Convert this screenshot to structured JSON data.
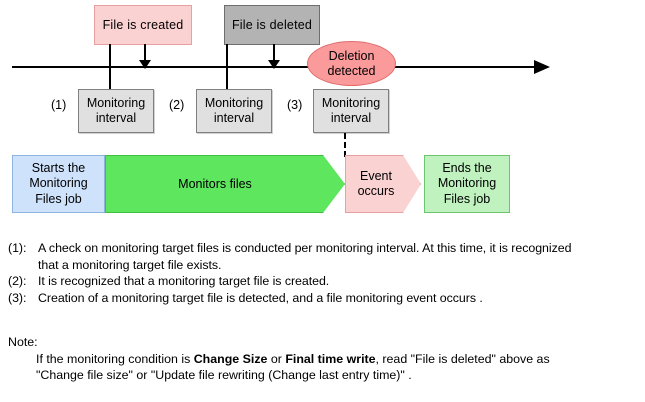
{
  "diagram": {
    "timeline": {
      "arrow_direction": "right",
      "events": [
        {
          "id": "file-created",
          "label": "File is created",
          "color": "#fbd2d2"
        },
        {
          "id": "file-deleted",
          "label": "File is  deleted",
          "color": "#b3b3b3"
        }
      ],
      "callout": {
        "id": "deletion-detected",
        "line1": "Deletion",
        "line2": "detected",
        "color": "#fa9a9a"
      },
      "intervals": [
        {
          "marker": "(1)",
          "line1": "Monitoring",
          "line2": "interval"
        },
        {
          "marker": "(2)",
          "line1": "Monitoring",
          "line2": "interval"
        },
        {
          "marker": "(3)",
          "line1": "Monitoring",
          "line2": "interval"
        }
      ]
    },
    "flow": {
      "start": {
        "line1": "Starts the",
        "line2": "Monitoring",
        "line3": "Files job",
        "color": "#cfe2fb"
      },
      "monitor": {
        "label": "Monitors files",
        "color": "#5ee65e"
      },
      "event": {
        "line1": "Event",
        "line2": "occurs",
        "color": "#fbd2d2"
      },
      "end": {
        "line1": "Ends the",
        "line2": "Monitoring",
        "line3": "Files job",
        "color": "#bff2bf"
      }
    }
  },
  "notes": {
    "items": [
      {
        "marker": "(1):",
        "line1": "A check on monitoring target files is conducted per monitoring interval. At this time, it is recognized",
        "line2": "that a monitoring target file exists."
      },
      {
        "marker": "(2):",
        "line1": "It is recognized that a monitoring target file is created.",
        "line2": ""
      },
      {
        "marker": "(3):",
        "line1": "Creation of a monitoring target file is detected, and a file monitoring event occurs .",
        "line2": ""
      }
    ]
  },
  "note_block": {
    "heading": "Note:",
    "text_a": "If the monitoring condition is ",
    "bold_1": "Change Size",
    "text_b": " or ",
    "bold_2": "Final time write",
    "text_c": ", read \"File is deleted\" above as",
    "line2": "\"Change file size\" or \"Update file rewriting (Change last entry time)\" ."
  }
}
